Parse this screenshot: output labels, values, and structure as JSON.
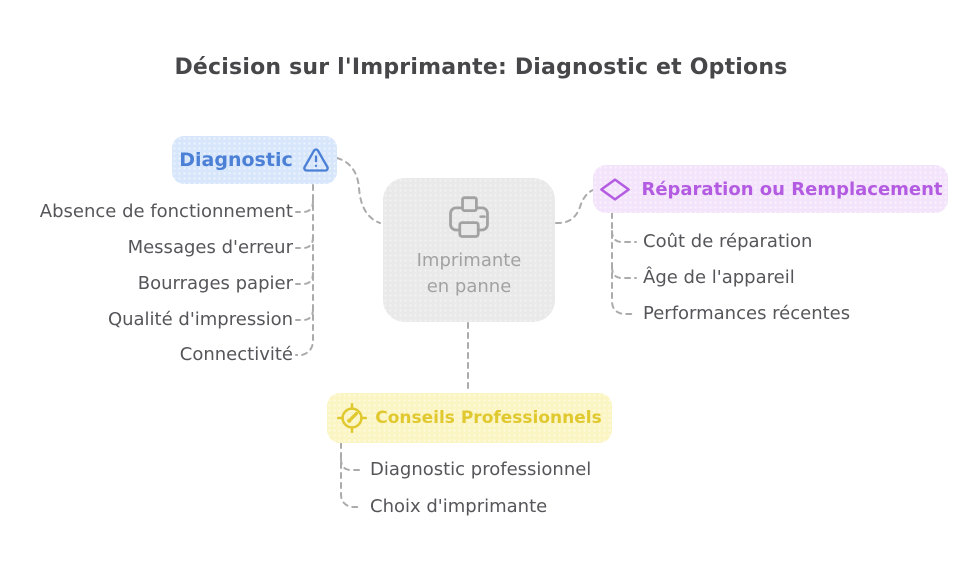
{
  "title": "Décision sur l'Imprimante: Diagnostic et Options",
  "center": {
    "line1": "Imprimante",
    "line2": "en panne",
    "icon": "printer-icon",
    "bg_color": "#e9e9e9",
    "text_color": "#a2a2a2"
  },
  "branches": {
    "diagnostic": {
      "label": "Diagnostic",
      "icon": "warning-triangle-icon",
      "bg_color": "#d8e6fb",
      "text_color": "#4b80d6",
      "items": [
        "Absence de fonctionnement",
        "Messages d'erreur",
        "Bourrages papier",
        "Qualité d'impression",
        "Connectivité"
      ]
    },
    "reparation": {
      "label": "Réparation ou Remplacement",
      "icon": "diamond-icon",
      "bg_color": "#f3e4fb",
      "text_color": "#b35ce2",
      "items": [
        "Coût de réparation",
        "Âge de l'appareil",
        "Performances récentes"
      ]
    },
    "conseils": {
      "label": "Conseils Professionnels",
      "icon": "compass-icon",
      "bg_color": "#fbf5c3",
      "text_color": "#e0c82f",
      "items": [
        "Diagnostic professionnel",
        "Choix d'imprimante"
      ]
    }
  },
  "connector_color": "#ababab"
}
